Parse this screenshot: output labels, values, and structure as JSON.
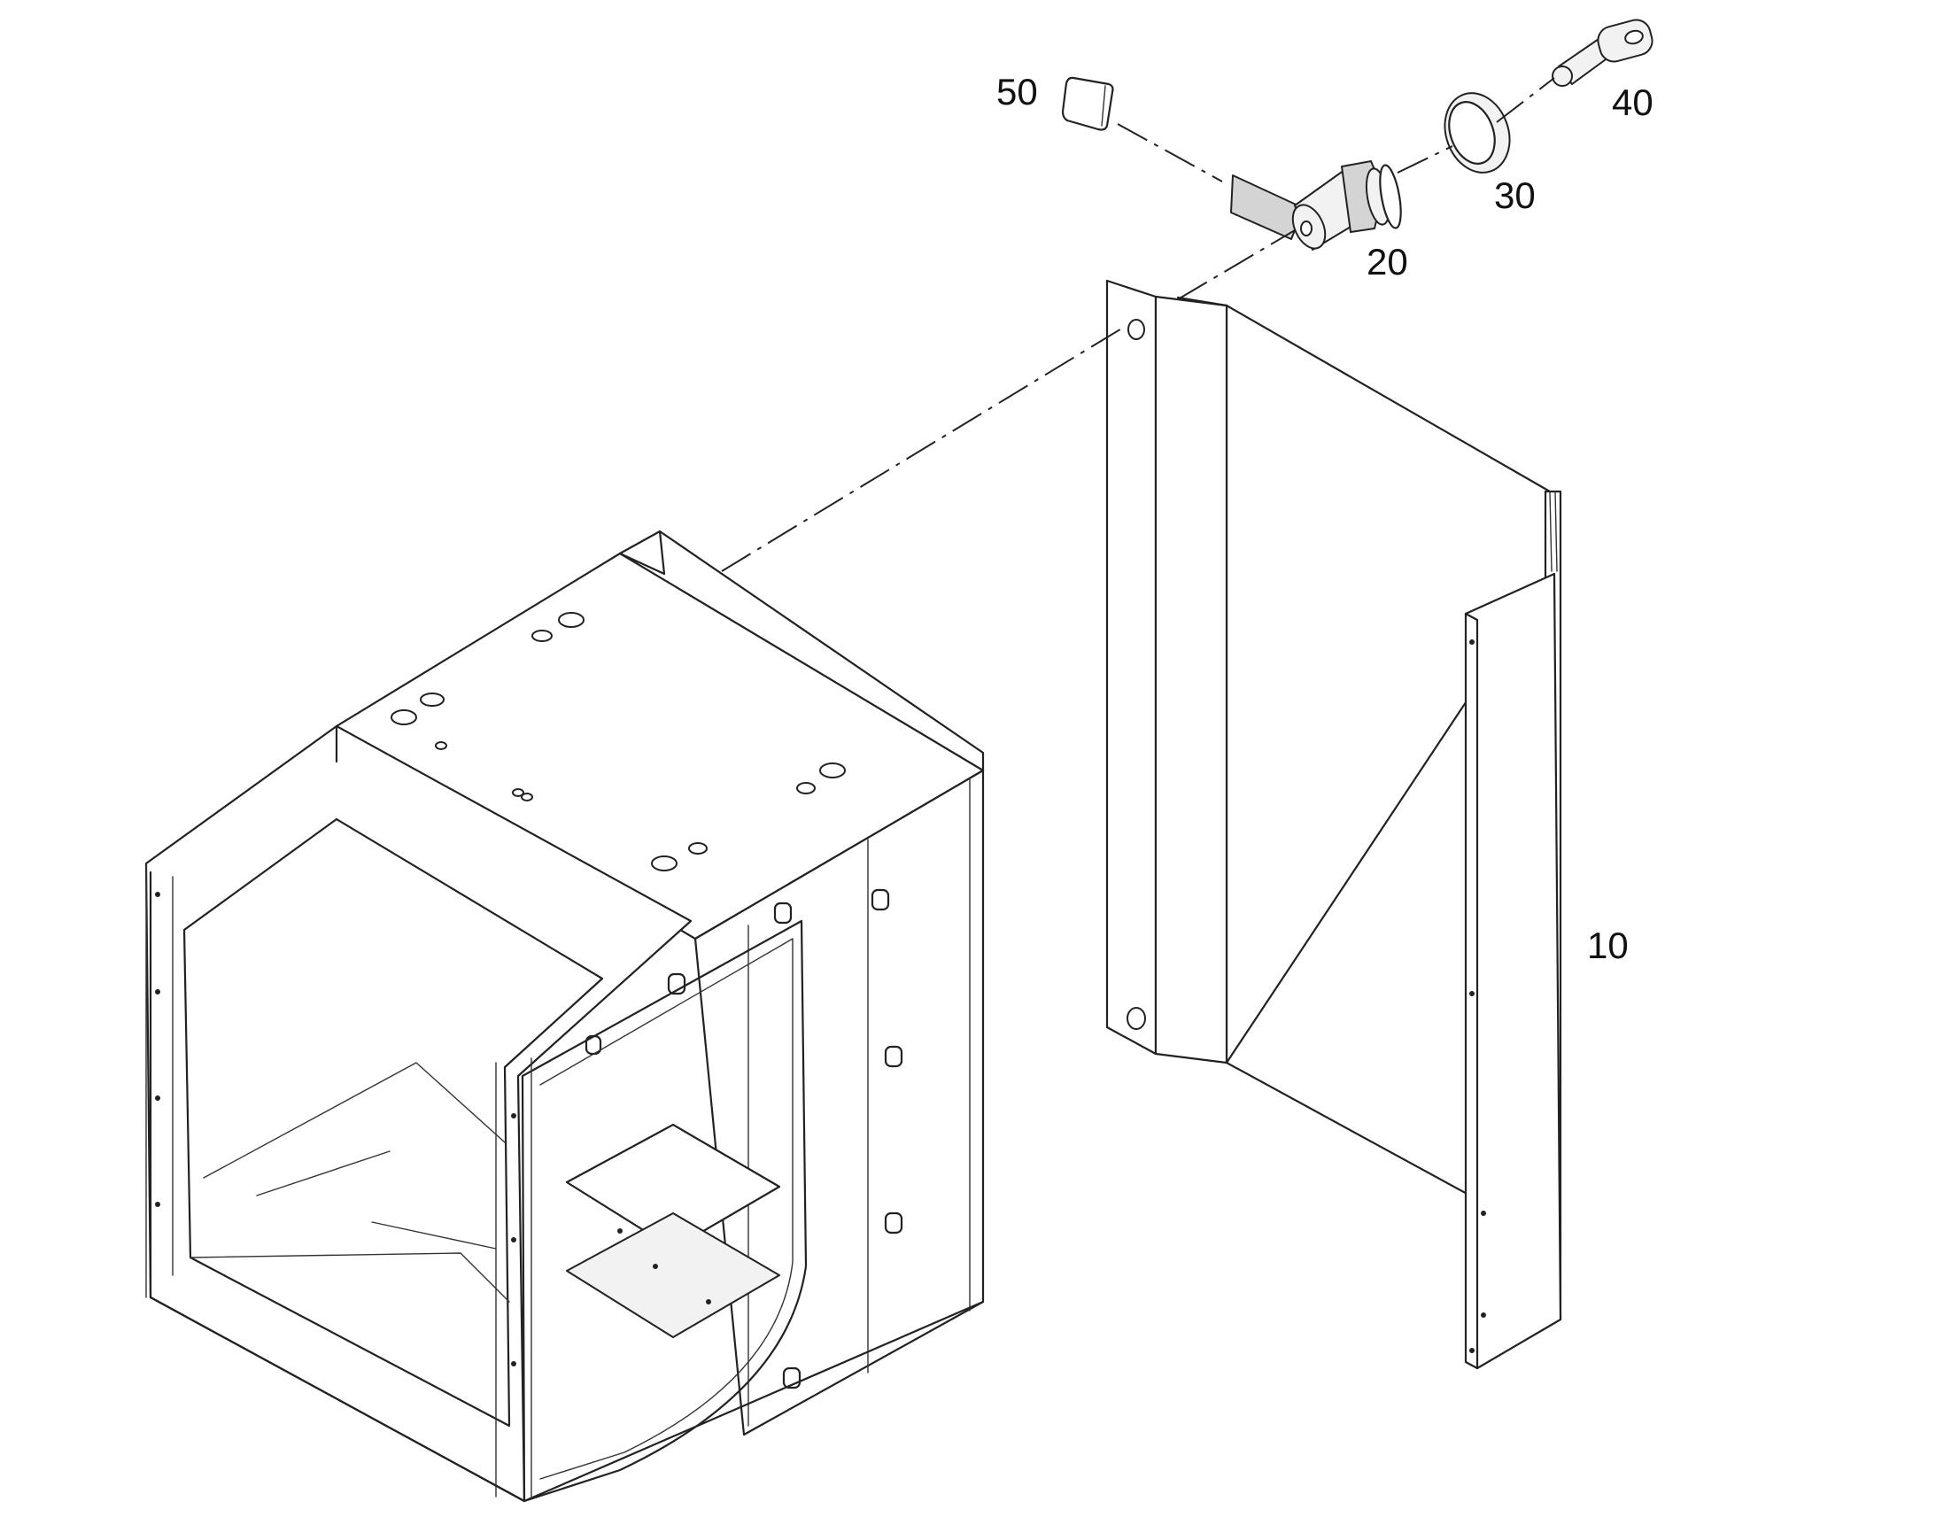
{
  "figure": {
    "kind": "exploded parts diagram",
    "callouts": {
      "item_10": "10",
      "item_20": "20",
      "item_30": "30",
      "item_40": "40",
      "item_50": "50"
    }
  },
  "colors": {
    "line": "#222222",
    "background": "#ffffff",
    "shade": "#d4d4d4"
  }
}
